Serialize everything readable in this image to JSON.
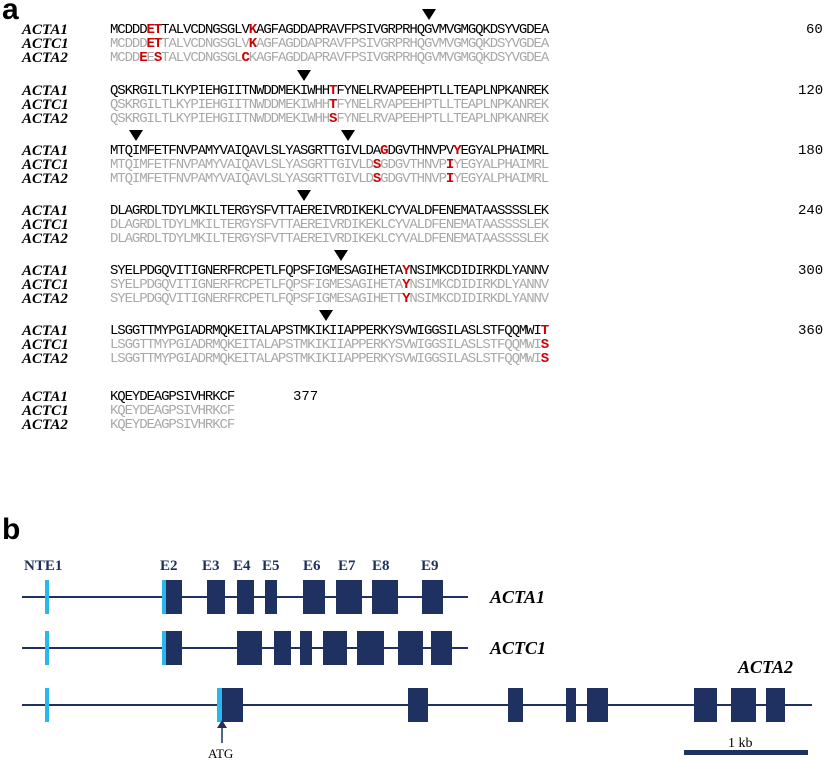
{
  "panel_a": {
    "label": "a",
    "blocks": [
      {
        "number": "60",
        "rows": [
          {
            "gene": "ACTA1",
            "seq": "MCDDDETTALVCDNGSGLVKAGFAGDDAPRAVFPSIVGRPRHQGVMVGMGQKDSYVGDEA",
            "variants": [
              5,
              6,
              19
            ]
          },
          {
            "gene": "ACTC1",
            "seq": "MCDDDETTALVCDNGSGLVKAGFAGDDAPRAVFPSIVGRPRHQGVMVGMGQKDSYVGDEA",
            "variants": [
              5,
              6,
              19
            ]
          },
          {
            "gene": "ACTA2",
            "seq": "MCDDEESTALVCDNGSGLCKAGFAGDDAPRAVFPSIVGRPRHQGVMVGMGQKDSYVGDEA",
            "variants": [
              4,
              6,
              18
            ]
          }
        ],
        "arrows": [
          43
        ]
      },
      {
        "number": "120",
        "rows": [
          {
            "gene": "ACTA1",
            "seq": "QSKRGILTLKYPIEHGIITNWDDMEKIWHHTFYNELRVAPEEHPTLLTEAPLNPKANREK",
            "variants": [
              30
            ]
          },
          {
            "gene": "ACTC1",
            "seq": "QSKRGILTLKYPIEHGIITNWDDMEKIWHHTFYNELRVAPEEHPTLLTEAPLNPKANREK",
            "variants": [
              30
            ]
          },
          {
            "gene": "ACTA2",
            "seq": "QSKRGILTLKYPIEHGIITNWDDMEKIWHHSFYNELRVAPEEHPTLLTEAPLNPKANREK",
            "variants": [
              30
            ]
          }
        ],
        "arrows": [
          26
        ]
      },
      {
        "number": "180",
        "rows": [
          {
            "gene": "ACTA1",
            "seq": "MTQIMFETFNVPAMYVAIQAVLSLYASGRTTGIVLDAGDGVTHNVPVYEGYALPHAIMRL",
            "variants": [
              37,
              47
            ]
          },
          {
            "gene": "ACTC1",
            "seq": "MTQIMFETFNVPAMYVAIQAVLSLYASGRTTGIVLDSGDGVTHNVPIYEGYALPHAIMRL",
            "variants": [
              36,
              46
            ]
          },
          {
            "gene": "ACTA2",
            "seq": "MTQIMFETFNVPAMYVAIQAVLSLYASGRTTGIVLDSGDGVTHNVPIYEGYALPHAIMRL",
            "variants": [
              36,
              46
            ]
          }
        ],
        "arrows": [
          3,
          32
        ]
      },
      {
        "number": "240",
        "rows": [
          {
            "gene": "ACTA1",
            "seq": "DLAGRDLTDYLMKILTERGYSFVTTAEREIVRDIKEKLCYVALDFENEMATAASSSSLEK",
            "variants": []
          },
          {
            "gene": "ACTC1",
            "seq": "DLAGRDLTDYLMKILTERGYSFVTTAEREIVRDIKEKLCYVALDFENEMATAASSSSLEK",
            "variants": []
          },
          {
            "gene": "ACTA2",
            "seq": "DLAGRDLTDYLMKILTERGYSFVTTAEREIVRDIKEKLCYVALDFENEMATAASSSSLEK",
            "variants": []
          }
        ],
        "arrows": [
          26
        ]
      },
      {
        "number": "300",
        "rows": [
          {
            "gene": "ACTA1",
            "seq": "SYELPDGQVITIGNERFRCPETLFQPSFIGMESAGIHETAYNSIMKCDIDIRKDLYANNV",
            "variants": [
              40
            ]
          },
          {
            "gene": "ACTC1",
            "seq": "SYELPDGQVITIGNERFRCPETLFQPSFIGMESAGIHETAYNSIMKCDIDIRKDLYANNV",
            "variants": [
              40
            ]
          },
          {
            "gene": "ACTA2",
            "seq": "SYELPDGQVITIGNERFRCPETLFQPSFIGMESAGIHETTYNSIMKCDIDIRKDLYANNV",
            "variants": [
              40
            ]
          }
        ],
        "arrows": [
          31
        ]
      },
      {
        "number": "360",
        "rows": [
          {
            "gene": "ACTA1",
            "seq": "LSGGTTMYPGIADRMQKEITALAPSTMKIKIIAPPERKYSVWIGGSILASLSTFQQMWIT",
            "variants": [
              59
            ]
          },
          {
            "gene": "ACTC1",
            "seq": "LSGGTTMYPGIADRMQKEITALAPSTMKIKIIAPPERKYSVWIGGSILASLSTFQQMWIS",
            "variants": [
              59
            ]
          },
          {
            "gene": "ACTA2",
            "seq": "LSGGTTMYPGIADRMQKEITALAPSTMKIKIIAPPERKYSVWIGGSILASLSTFQQMWIS",
            "variants": [
              59
            ]
          }
        ],
        "arrows": [
          29
        ]
      },
      {
        "number": "377",
        "rows": [
          {
            "gene": "ACTA1",
            "seq": "KQEYDEAGPSIVHRKCF",
            "variants": []
          },
          {
            "gene": "ACTC1",
            "seq": "KQEYDEAGPSIVHRKCF",
            "variants": []
          },
          {
            "gene": "ACTA2",
            "seq": "KQEYDEAGPSIVHRKCF",
            "variants": []
          }
        ],
        "arrows": []
      }
    ]
  },
  "panel_b": {
    "label": "b",
    "exon_labels": [
      "NTE1",
      "E2",
      "E3",
      "E4",
      "E5",
      "E6",
      "E7",
      "E8",
      "E9"
    ],
    "genes": [
      "ACTA1",
      "ACTC1",
      "ACTA2"
    ],
    "atg_label": "ATG",
    "scale_label": "1 kb"
  },
  "colors": {
    "variant": "#cc0000",
    "grey_seq": "#a8a8a8",
    "exon_fill": "#1e3160",
    "exon_edge": "#2bb7ec",
    "line": "#1e3160",
    "label_navy": "#1c2f5e"
  }
}
